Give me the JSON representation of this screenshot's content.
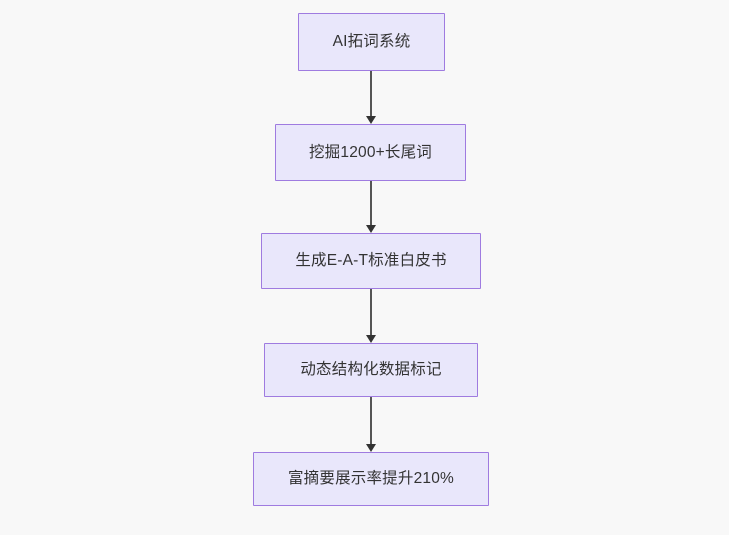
{
  "diagram": {
    "type": "flowchart",
    "direction": "top-to-bottom",
    "background_color": "#f8f8f8",
    "node_fill_color": "#e9e7fb",
    "node_border_color": "#9f7be0",
    "node_text_color": "#333333",
    "edge_color": "#555555",
    "arrow_color": "#333333",
    "nodes": [
      {
        "id": "n1",
        "label": "AI拓词系统"
      },
      {
        "id": "n2",
        "label": "挖掘1200+长尾词"
      },
      {
        "id": "n3",
        "label": "生成E-A-T标准白皮书"
      },
      {
        "id": "n4",
        "label": "动态结构化数据标记"
      },
      {
        "id": "n5",
        "label": "富摘要展示率提升210%"
      }
    ],
    "edges": [
      {
        "from": "n1",
        "to": "n2",
        "label": ""
      },
      {
        "from": "n2",
        "to": "n3",
        "label": ""
      },
      {
        "from": "n3",
        "to": "n4",
        "label": ""
      },
      {
        "from": "n4",
        "to": "n5",
        "label": ""
      }
    ]
  }
}
